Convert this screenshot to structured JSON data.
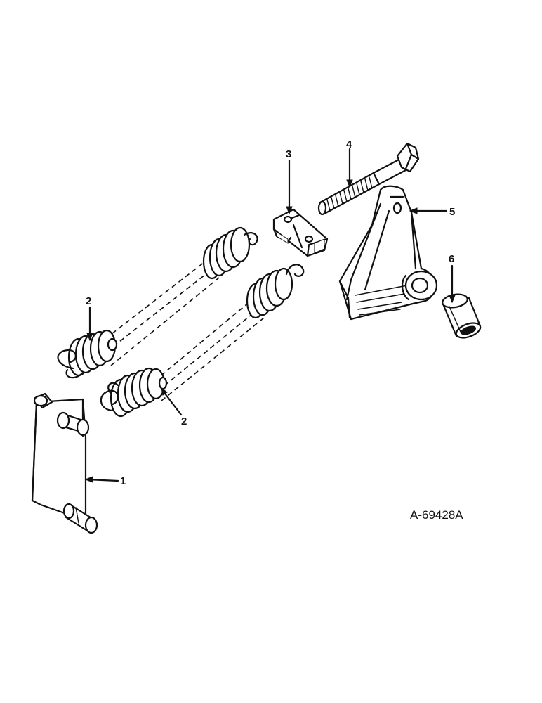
{
  "diagram": {
    "reference_number": "A-69428A",
    "callouts": [
      {
        "id": "1",
        "label": "1"
      },
      {
        "id": "2a",
        "label": "2"
      },
      {
        "id": "2b",
        "label": "2"
      },
      {
        "id": "3",
        "label": "3"
      },
      {
        "id": "4",
        "label": "4"
      },
      {
        "id": "5",
        "label": "5"
      },
      {
        "id": "6",
        "label": "6"
      }
    ]
  }
}
